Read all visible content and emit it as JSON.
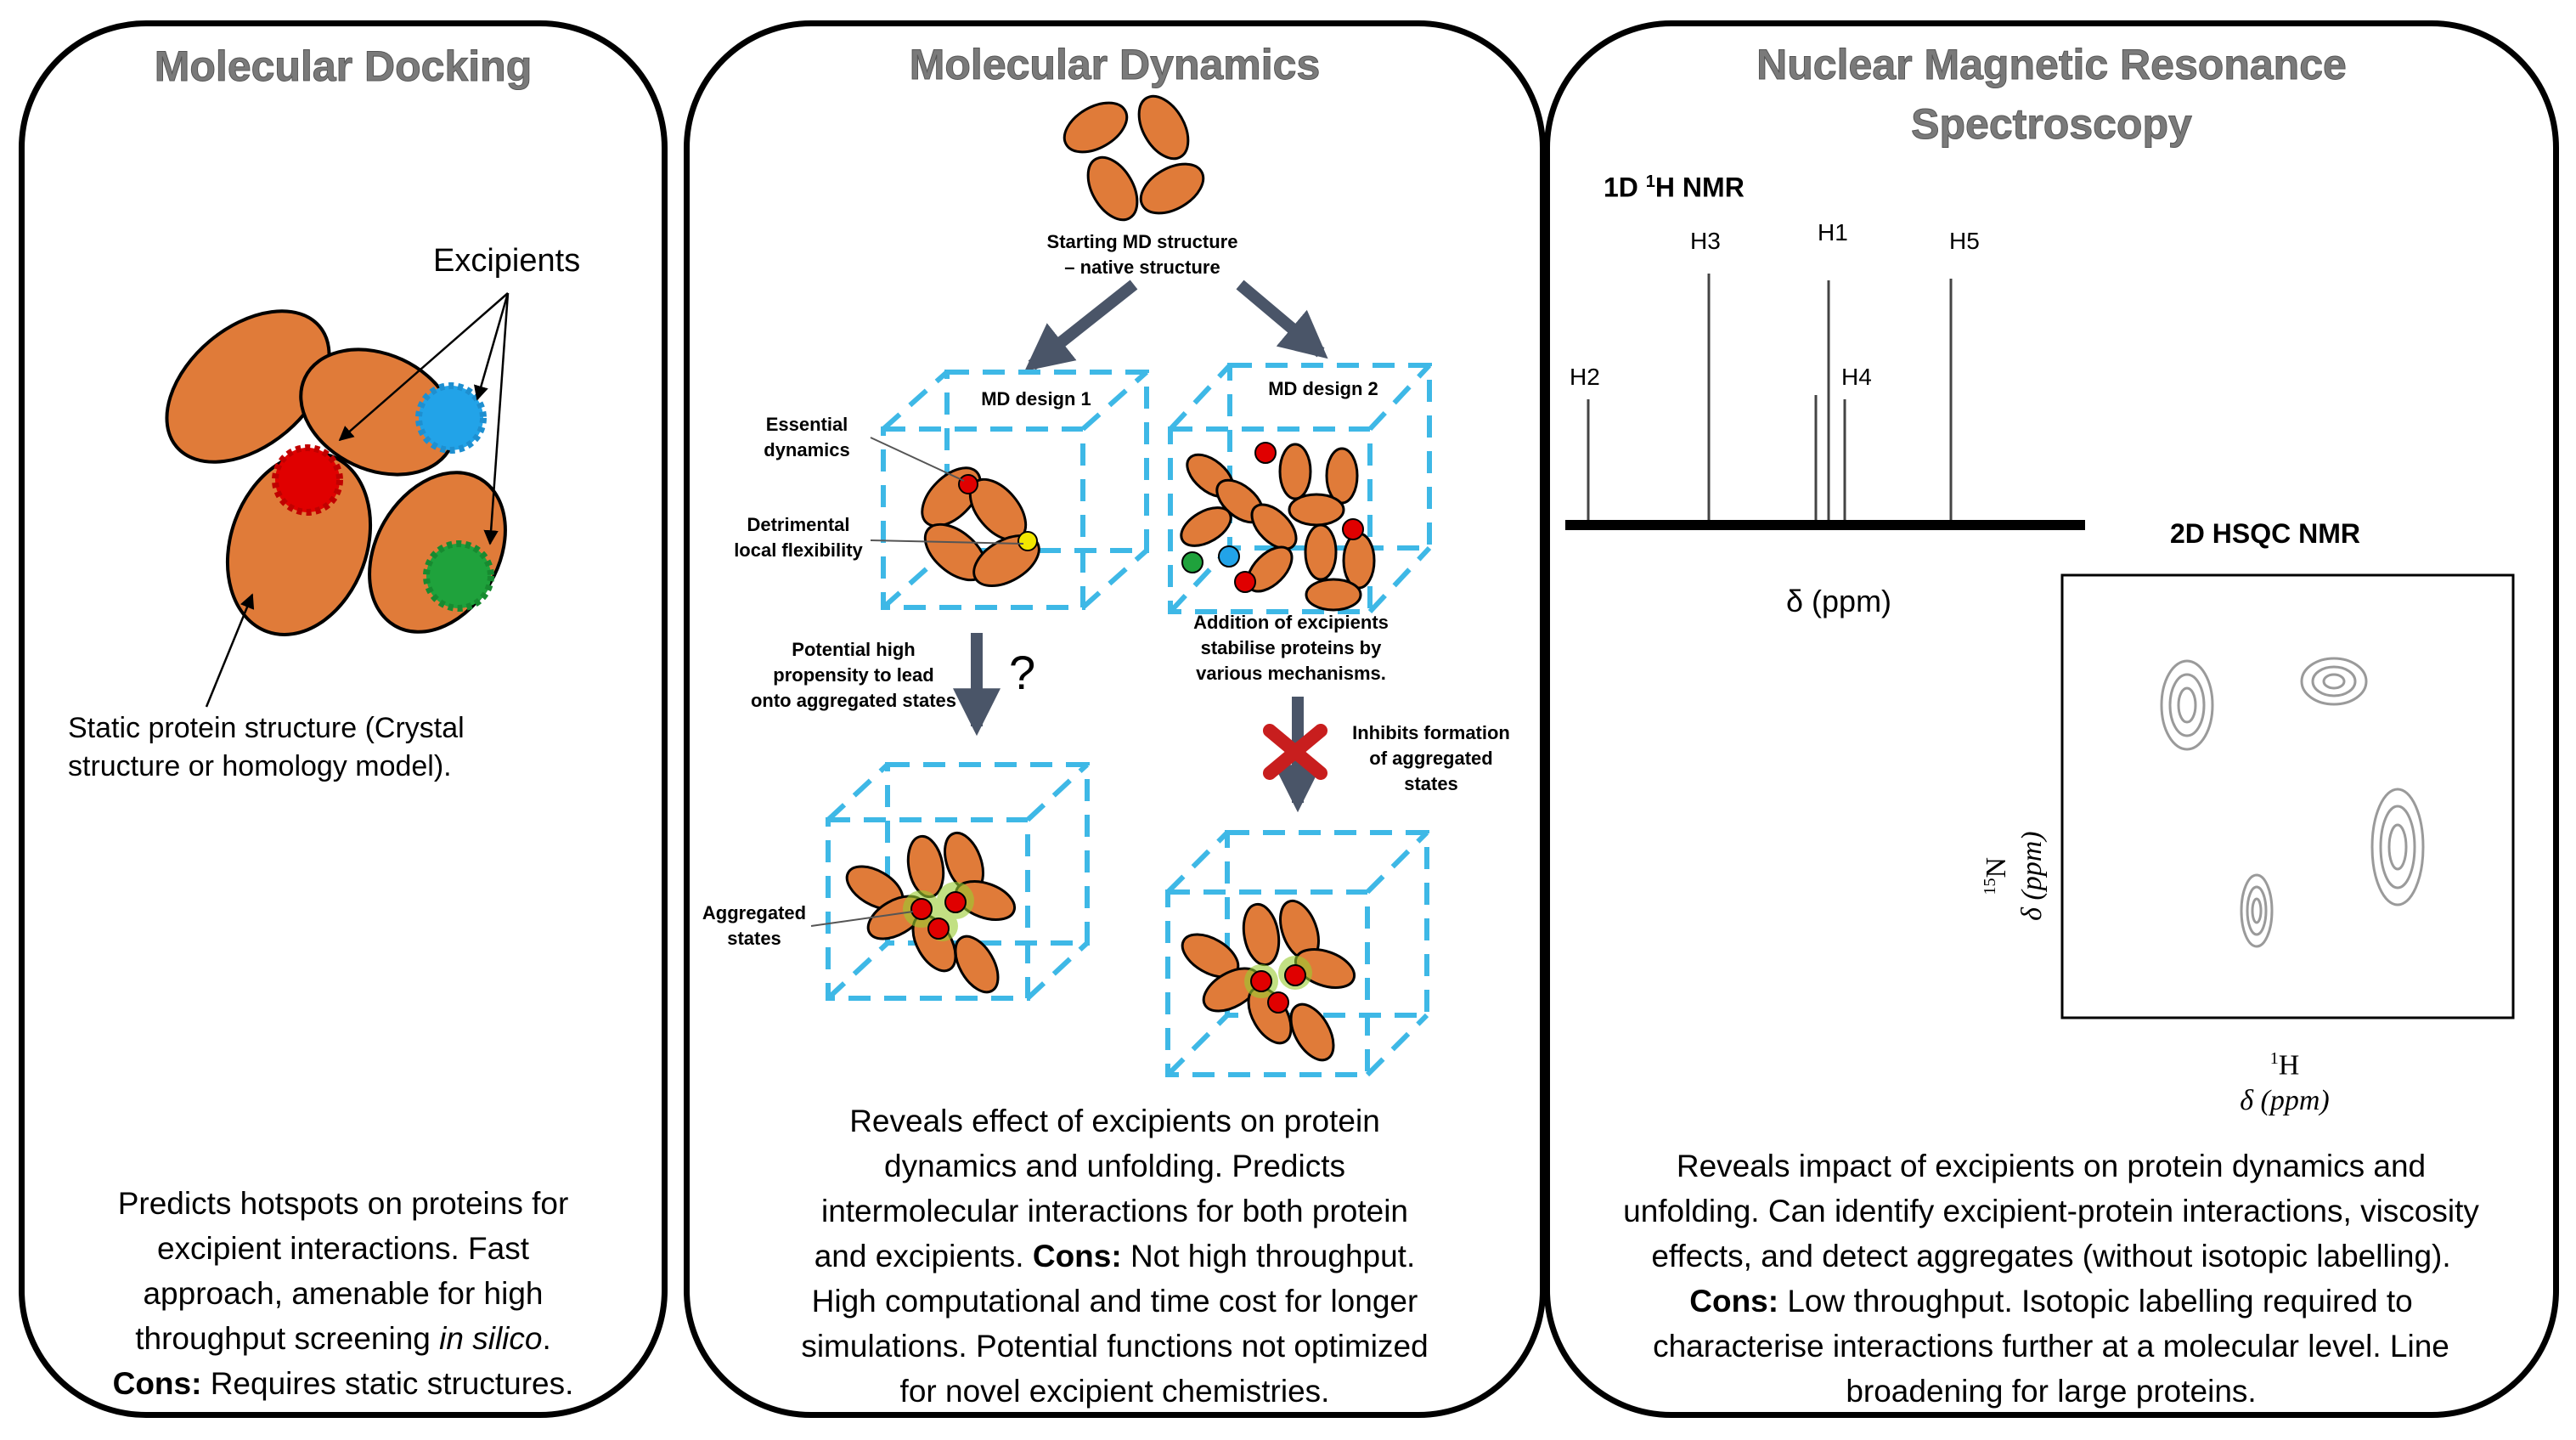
{
  "panels": {
    "docking": {
      "title": "Molecular Docking",
      "excipients_label": "Excipients",
      "static_label_1": "Static protein structure (Crystal",
      "static_label_2": "structure or homology model).",
      "desc_lines": [
        "Predicts hotspots on proteins for",
        "excipient interactions. Fast",
        "approach, amenable for high"
      ],
      "desc_line4_pre": "throughput screening ",
      "desc_line4_em": "in silico",
      "desc_line4_post": ".",
      "cons_label": "Cons:",
      "cons_text": " Requires static structures."
    },
    "dynamics": {
      "title": "Molecular Dynamics",
      "start_1": "Starting MD structure",
      "start_2": "– native structure",
      "design1": "MD design 1",
      "design2": "MD design 2",
      "essential_1": "Essential",
      "essential_2": "dynamics",
      "detrimental_1": "Detrimental",
      "detrimental_2": "local flexibility",
      "potential_1": "Potential high",
      "potential_2": "propensity to lead",
      "potential_3": "onto aggregated states",
      "question": "?",
      "addition_1": "Addition of excipients",
      "addition_2": "stabilise proteins by",
      "addition_3": "various mechanisms.",
      "inhibits_1": "Inhibits formation",
      "inhibits_2": "of aggregated",
      "inhibits_3": "states",
      "aggregated_1": "Aggregated",
      "aggregated_2": "states",
      "desc_1": "Reveals effect of excipients on protein",
      "desc_2": "dynamics and unfolding. Predicts",
      "desc_3": "intermolecular interactions for both protein",
      "desc_4_pre": "and excipients. ",
      "cons_label": "Cons:",
      "desc_4_post": " Not high throughput.",
      "desc_5": "High computational and time cost for longer",
      "desc_6": "simulations. Potential functions not optimized",
      "desc_7": "for novel excipient chemistries."
    },
    "nmr": {
      "title_1": "Nuclear Magnetic Resonance",
      "title_2": "Spectroscopy",
      "nmr1d_pre": "1D ",
      "nmr1d_sup": "1",
      "nmr1d_post": "H NMR",
      "peaks": [
        "H2",
        "H3",
        "H1",
        "H4",
        "H5"
      ],
      "delta_ppm": "δ  (ppm)",
      "hsqc": "2D HSQC NMR",
      "x_sup": "1",
      "x_iso": "H",
      "x_axis": "δ (ppm)",
      "y_sup": "15",
      "y_iso": "N",
      "y_axis": "δ (ppm)",
      "desc_1": "Reveals impact of excipients on protein dynamics and",
      "desc_2": "unfolding. Can identify excipient-protein interactions, viscosity",
      "desc_3": "effects, and detect aggregates (without isotopic labelling).",
      "cons_label": "Cons:",
      "desc_4_post": " Low throughput. Isotopic labelling required to",
      "desc_5": "characterise interactions further at a molecular level. Line",
      "desc_6": "broadening for large proteins."
    }
  },
  "colors": {
    "protein": "#E07B39",
    "cube": "#3EB8E6",
    "arrow": "#4A5568",
    "red_excipient": "#E00000",
    "blue_excipient": "#22A3E8",
    "green_excipient": "#1FA23C",
    "yellow_excipient": "#F2E600",
    "cross": "#C81E1E"
  }
}
